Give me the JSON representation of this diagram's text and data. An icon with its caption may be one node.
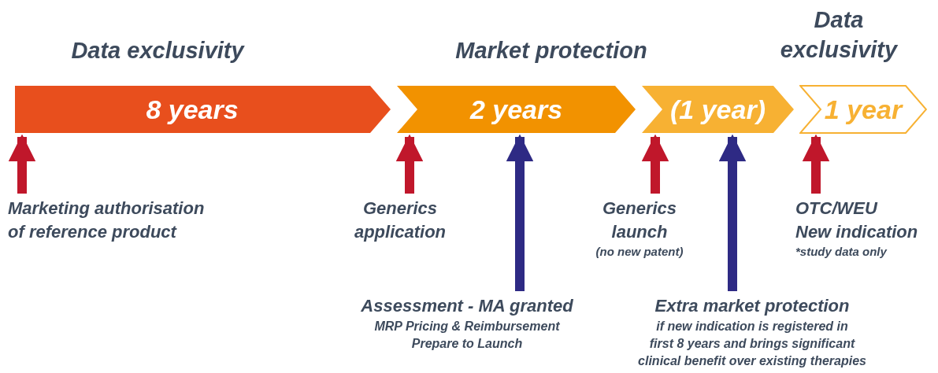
{
  "diagram": {
    "nodes": [
      {
        "text": [
          "8 years"
        ]
      },
      {
        "text": [
          "2 years"
        ]
      },
      {
        "text": [
          "(1 year)"
        ]
      },
      {
        "text": [
          "1 year"
        ]
      },
      {
        "text": [
          "Marketing authorisation of reference product"
        ]
      },
      {
        "text": [
          "Generics application"
        ]
      },
      {
        "text": [
          "Assessment - MA granted",
          "MRP Pricing & Reimbursement",
          "Prepare to Launch"
        ]
      },
      {
        "text": [
          "Generics launch",
          "(no new patent)"
        ]
      },
      {
        "text": [
          "Extra market protection",
          "if new indication is registered in first 8 years and brings significant clinical benefit over existing therapies"
        ]
      },
      {
        "text": [
          "OTC/WEU New indication",
          "*study data only"
        ]
      }
    ],
    "edges": [
      {
        "from": 4,
        "to": 0,
        "arrow": "to"
      },
      {
        "from": 5,
        "to": 1,
        "arrow": "to"
      },
      {
        "from": 6,
        "to": 1,
        "arrow": "to",
        "color": "#2e2a84"
      },
      {
        "from": 7,
        "to": 2,
        "arrow": "to"
      },
      {
        "from": 8,
        "to": 2,
        "arrow": "to",
        "color": "#2e2a84"
      },
      {
        "from": 9,
        "to": 3,
        "arrow": "to"
      }
    ],
    "labels": [
      "Data exclusivity",
      "Market protection",
      "Data exclusivity"
    ]
  }
}
